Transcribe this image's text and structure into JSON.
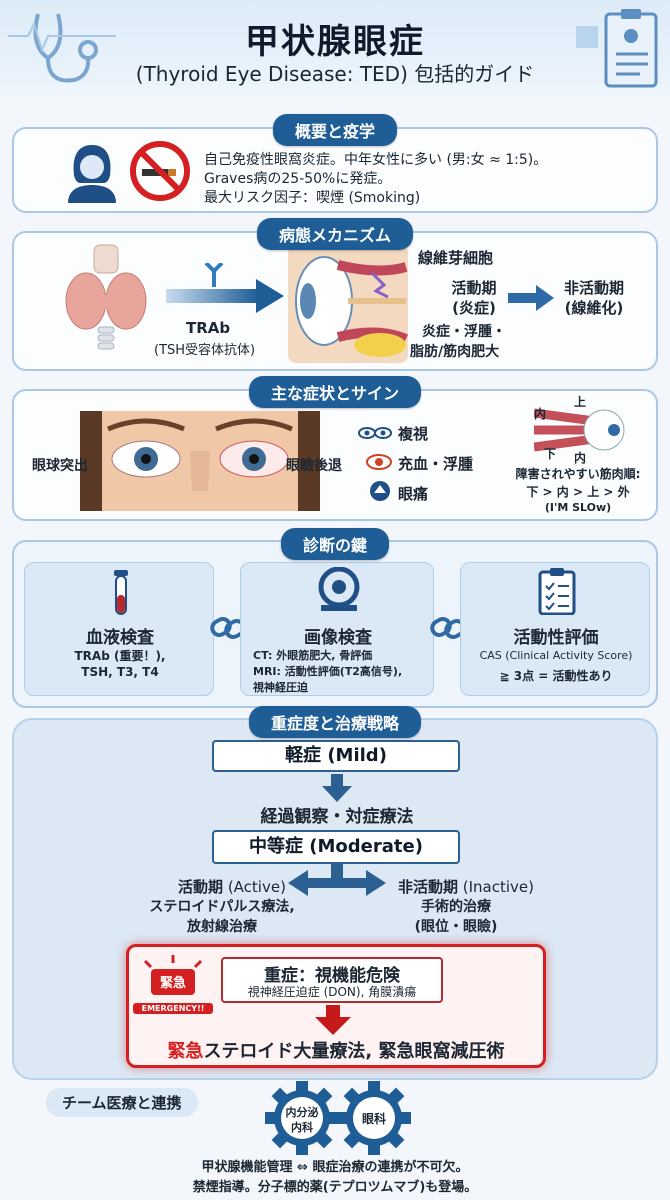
{
  "title": "甲状腺眼症",
  "subtitle": "(Thyroid Eye Disease: TED) 包括的ガイド",
  "overview": {
    "heading": "概要と疫学",
    "lines": [
      "自己免疫性眼窩炎症。中年女性に多い (男:女 ≈ 1:5)。",
      "Graves病の25-50%に発症。",
      "最大リスク因子：喫煙 (Smoking)"
    ]
  },
  "mechanism": {
    "heading": "病態メカニズム",
    "trab": "TRAb",
    "trab_sub": "(TSH受容体抗体)",
    "fibroblast": "線維芽細胞",
    "inflammation": "炎症・浮腫・",
    "hypertrophy": "脂肪/筋肉肥大",
    "active": "活動期",
    "active_sub": "(炎症)",
    "inactive": "非活動期",
    "inactive_sub": "(線維化)"
  },
  "symptoms": {
    "heading": "主な症状とサイン",
    "proptosis": "眼球突出",
    "lid_retraction": "眼瞼後退",
    "diplopia": "複視",
    "redness": "充血・浮腫",
    "pain": "眼痛",
    "muscle_up": "上",
    "muscle_in": "内",
    "muscle_down": "下",
    "muscle_in2": "内",
    "muscle_order_title": "障害されやすい筋肉順:",
    "muscle_order": "下 > 内 > 上 > 外",
    "mnemonic": "(I'M SLOw)"
  },
  "diagnosis": {
    "heading": "診断の鍵",
    "blood_title": "血液検査",
    "blood_l1": "TRAb (重要！),",
    "blood_l2": "TSH, T3, T4",
    "imaging_title": "画像検査",
    "imaging_l1": "CT: 外眼筋肥大, 骨評価",
    "imaging_l2": "MRI: 活動性評価(T2高信号),",
    "imaging_l3": "視神経圧迫",
    "activity_title": "活動性評価",
    "activity_l1": "CAS (Clinical Activity Score)",
    "activity_l2": "≧ 3点 = 活動性あり"
  },
  "treatment": {
    "heading": "重症度と治療戦略",
    "mild": "軽症 (Mild)",
    "mild_tx": "経過観察・対症療法",
    "moderate": "中等症 (Moderate)",
    "active_label": "活動期",
    "active_en": " (Active)",
    "active_tx1": "ステロイドパルス療法,",
    "active_tx2": "放射線治療",
    "inactive_label": "非活動期",
    "inactive_en": " (Inactive)",
    "inactive_tx1": "手術的治療",
    "inactive_tx2": "(眼位・眼瞼)",
    "severe": "重症：視機能危険",
    "severe_sub": "視神経圧迫症 (DON), 角膜潰瘍",
    "emergency_jp": "緊急",
    "emergency_en": "EMERGENCY!!",
    "urgent_word": "緊急",
    "urgent_tx": "ステロイド大量療法, 緊急眼窩減圧術"
  },
  "team": {
    "heading": "チーム医療と連携",
    "gear1_l1": "内分泌",
    "gear1_l2": "内科",
    "gear2": "眼科",
    "line1": "甲状腺機能管理 ⇔ 眼症治療の連携が不可欠。",
    "line2": "禁煙指導。分子標的薬(テプロツムマブ)も登場。"
  },
  "colors": {
    "accent": "#1f5d97",
    "danger": "#d42020",
    "panel": "#dbe9f6"
  }
}
